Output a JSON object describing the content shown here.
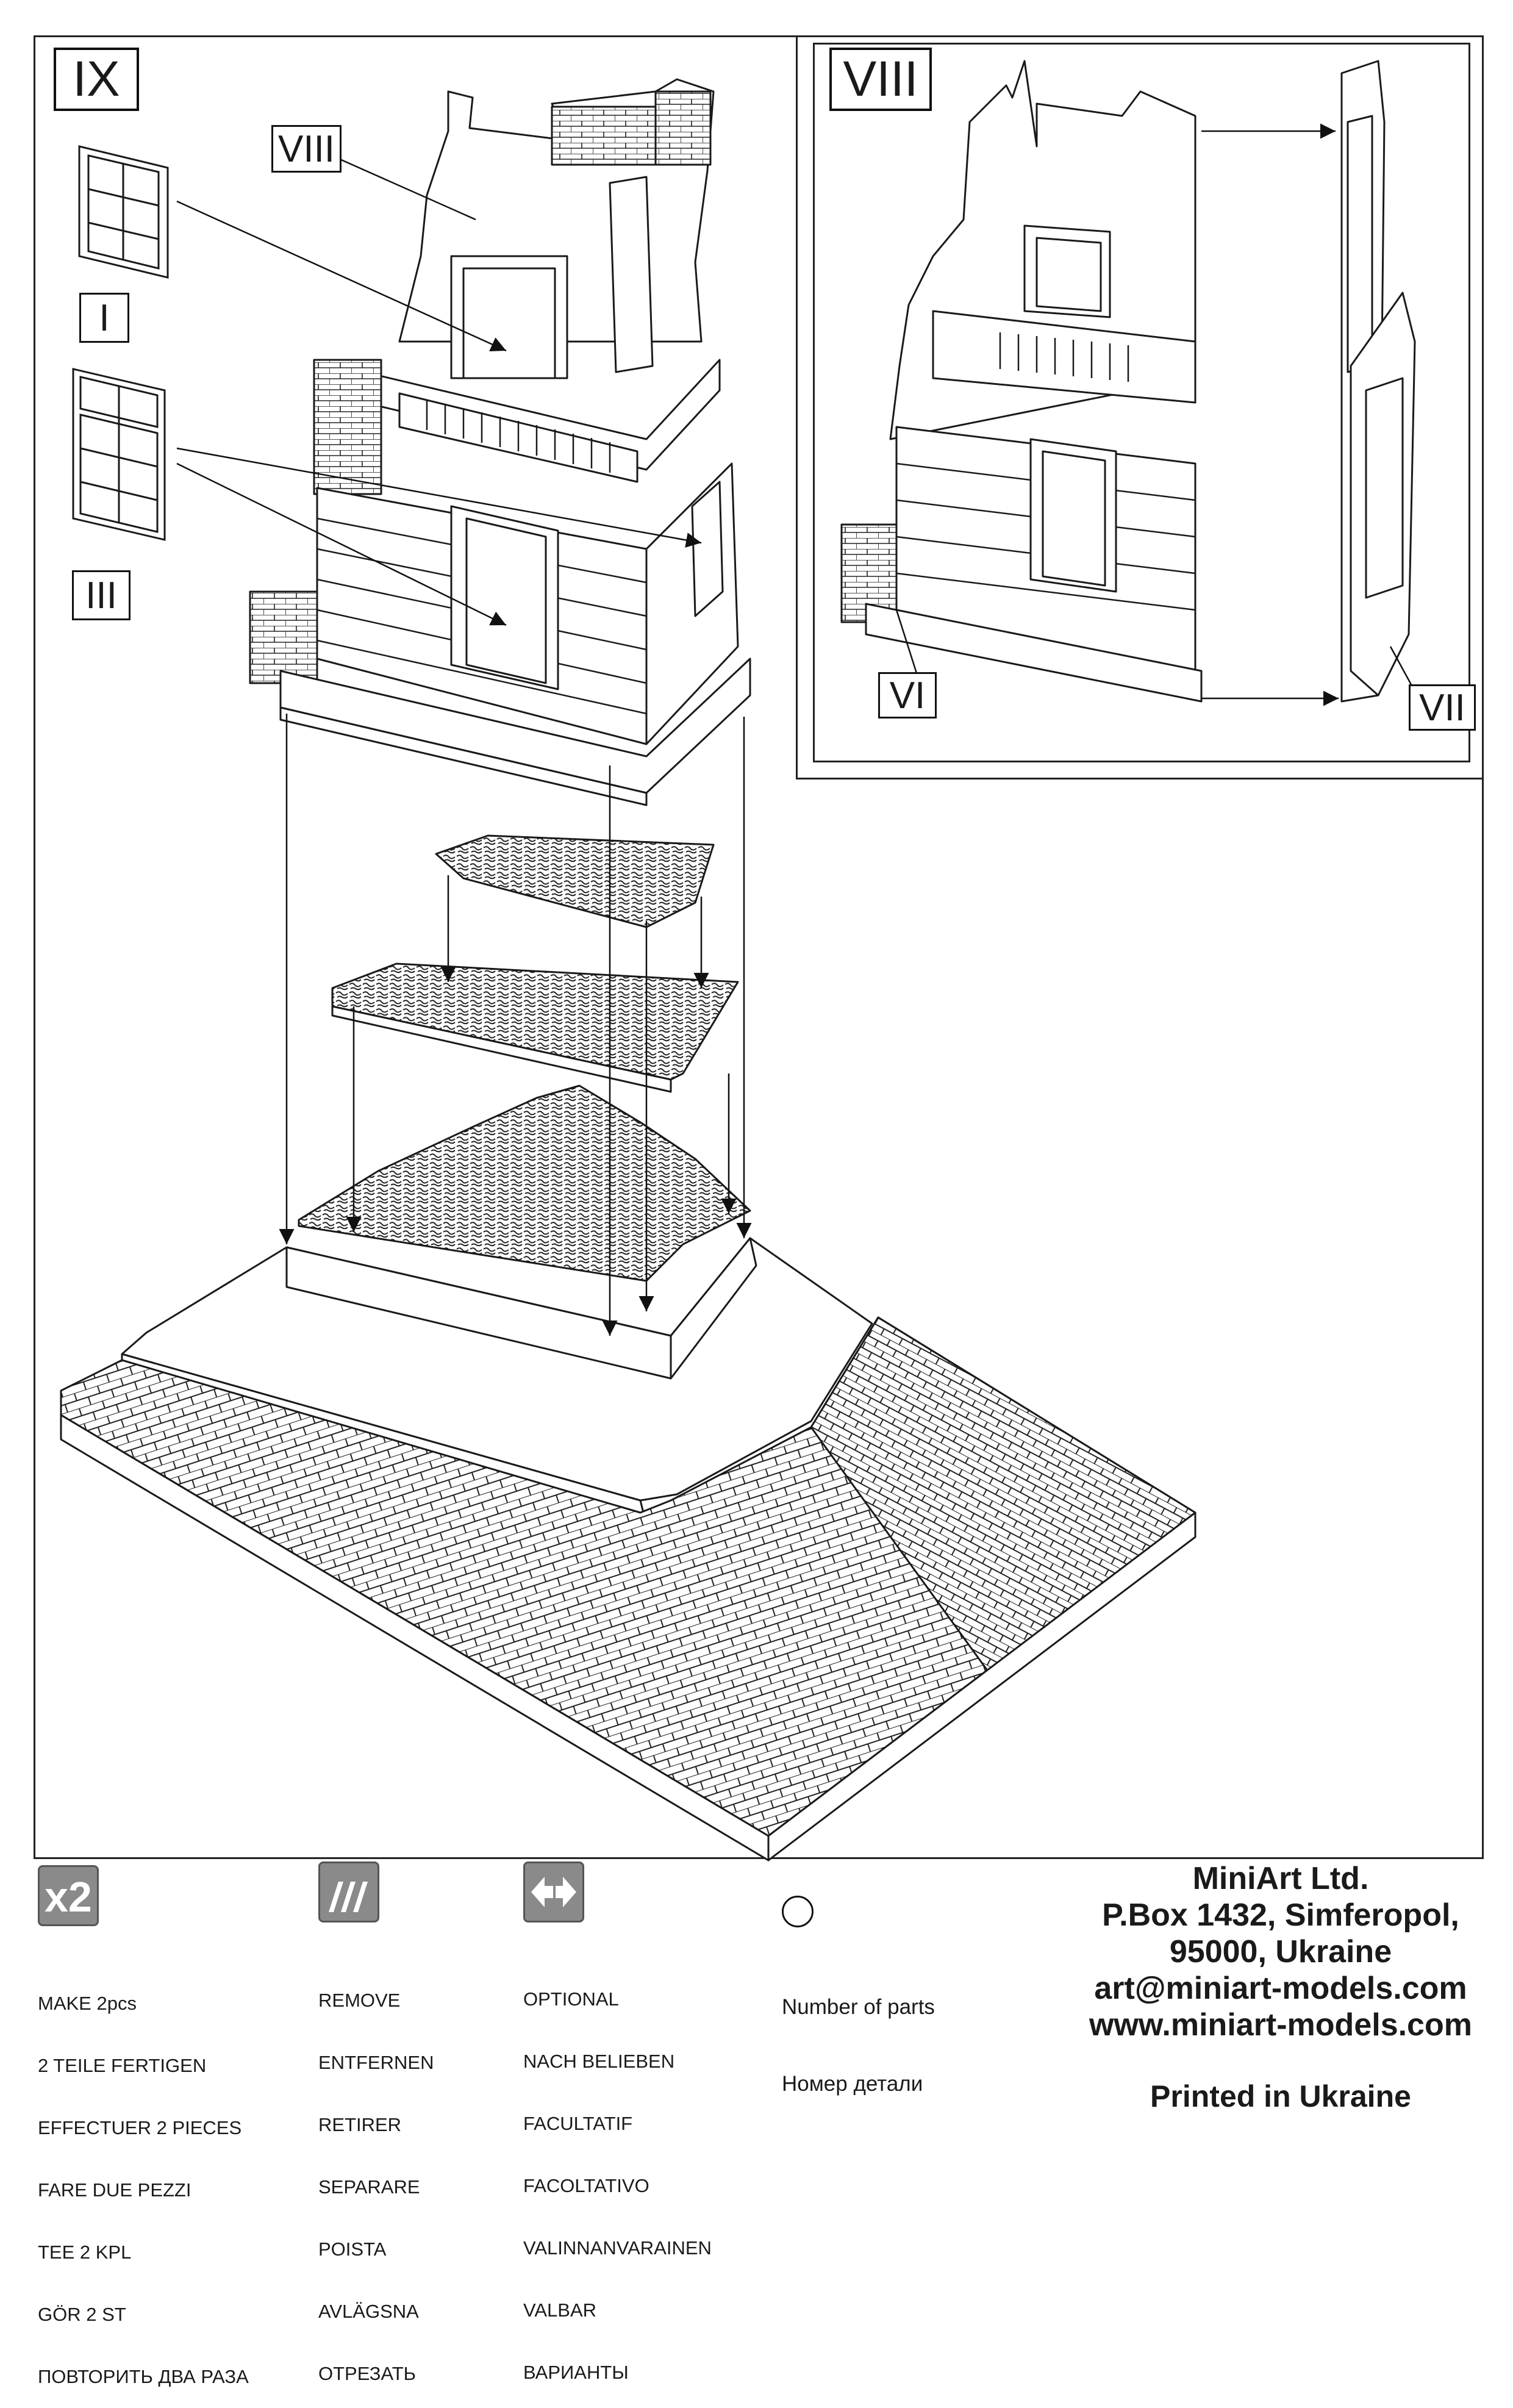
{
  "steps": {
    "main_step": "IX",
    "inset_step": "VIII"
  },
  "callouts": {
    "viii_label": "VIII",
    "i_label": "I",
    "iii_label": "III",
    "vi_label": "VI",
    "vii_label": "VII"
  },
  "legend": {
    "make": {
      "icon": "x2-icon",
      "icon_text": "x2",
      "lines": [
        "MAKE 2pcs",
        "2 TEILE FERTIGEN",
        "EFFECTUER 2 PIECES",
        "FARE DUE PEZZI",
        "TEE 2 KPL",
        "GÖR 2 ST",
        "ПОВТОРИТЬ ДВА РАЗА"
      ]
    },
    "remove": {
      "icon": "remove-cut-icon",
      "lines": [
        "REMOVE",
        "ENTFERNEN",
        "RETIRER",
        "SEPARARE",
        "POISTA",
        "AVLÄGSNA",
        "ОТРЕЗАТЬ"
      ]
    },
    "optional": {
      "icon": "optional-arrows-icon",
      "lines": [
        "OPTIONAL",
        "NACH BELIEBEN",
        "FACULTATIF",
        "FACOLTATIVO",
        "VALINNANVARAINEN",
        "VALBAR",
        "ВАРИАНТЫ"
      ]
    },
    "parts": {
      "icon": "circle-icon",
      "lines": [
        "Number of parts",
        "Номер детали"
      ]
    }
  },
  "company": {
    "name": "MiniArt Ltd.",
    "address1": "P.Box 1432, Simferopol,",
    "address2": "95000, Ukraine",
    "email": "art@miniart-models.com",
    "website": "www.miniart-models.com",
    "printed": "Printed in Ukraine"
  },
  "colors": {
    "ink": "#1a1a1a",
    "icon_gray": "#8a8a8a",
    "paper": "#ffffff"
  }
}
